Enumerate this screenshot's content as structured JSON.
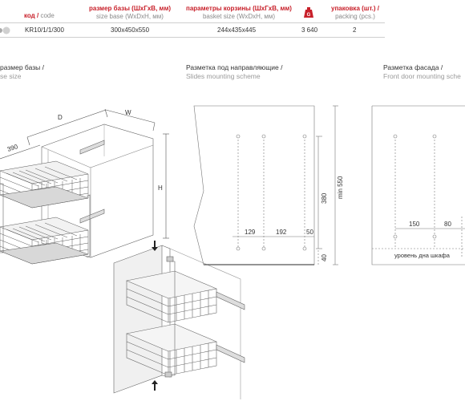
{
  "table": {
    "headers": [
      {
        "ru": "код",
        "slash": " / ",
        "en": "code"
      },
      {
        "ru": "размер базы (ШхГхВ, мм)",
        "en": "size base (WxDxH, мм)"
      },
      {
        "ru": "параметры корзины (ШхГхВ, мм)",
        "en": "basket size (WxDxH, мм)"
      },
      {
        "ru": "упаковка (шт.) /",
        "en": "packing (pcs.)"
      }
    ],
    "weight_badge": "G",
    "row": {
      "code": "KR10/1/1/300",
      "size_base": "300x450x550",
      "basket_size": "244x435x445",
      "weight": "3 640",
      "packing": "2"
    }
  },
  "sections": [
    {
      "ru": "размер базы /",
      "en": "se size"
    },
    {
      "ru": "Разметка под направляющие /",
      "en": "Slides mounting scheme"
    },
    {
      "ru": "Разметка фасада /",
      "en": "Front door mounting sche"
    }
  ],
  "drawing1": {
    "dim_d": "D",
    "dim_w": "W",
    "dim_h": "H",
    "dim_390": "390"
  },
  "drawing2": {
    "dim_380": "380",
    "dim_min550": "min 550",
    "dim_129": "129",
    "dim_192": "192",
    "dim_50": "50",
    "dim_40": "40"
  },
  "drawing3": {
    "dim_150": "150",
    "dim_80": "80",
    "floor_label": "уровень дна шкафа"
  },
  "colors": {
    "accent": "#c8202a",
    "muted": "#8a8a8a"
  }
}
